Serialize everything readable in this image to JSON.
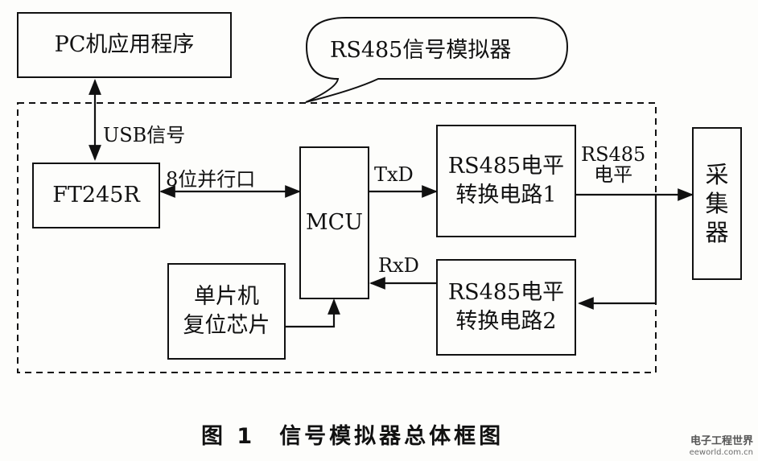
{
  "boxes": {
    "pc_app": "PC机应用程序",
    "callout": "RS485信号模拟器",
    "ft245r": "FT245R",
    "mcu": "MCU",
    "reset_chip": [
      "单片机",
      "复位芯片"
    ],
    "rs485_conv1": [
      "RS485电平",
      "转换电路1"
    ],
    "rs485_conv2": [
      "RS485电平",
      "转换电路2"
    ],
    "collector": [
      "采",
      "集",
      "器"
    ]
  },
  "labels": {
    "usb": "USB信号",
    "parallel": "8位并行口",
    "txd": "TxD",
    "rxd": "RxD",
    "rs485_level": [
      "RS485",
      "电平"
    ]
  },
  "caption": {
    "figure_no": "图 1",
    "title": "信号模拟器总体框图"
  },
  "watermark": {
    "name": "电子工程世界",
    "url": "eeworld.com.cn"
  }
}
